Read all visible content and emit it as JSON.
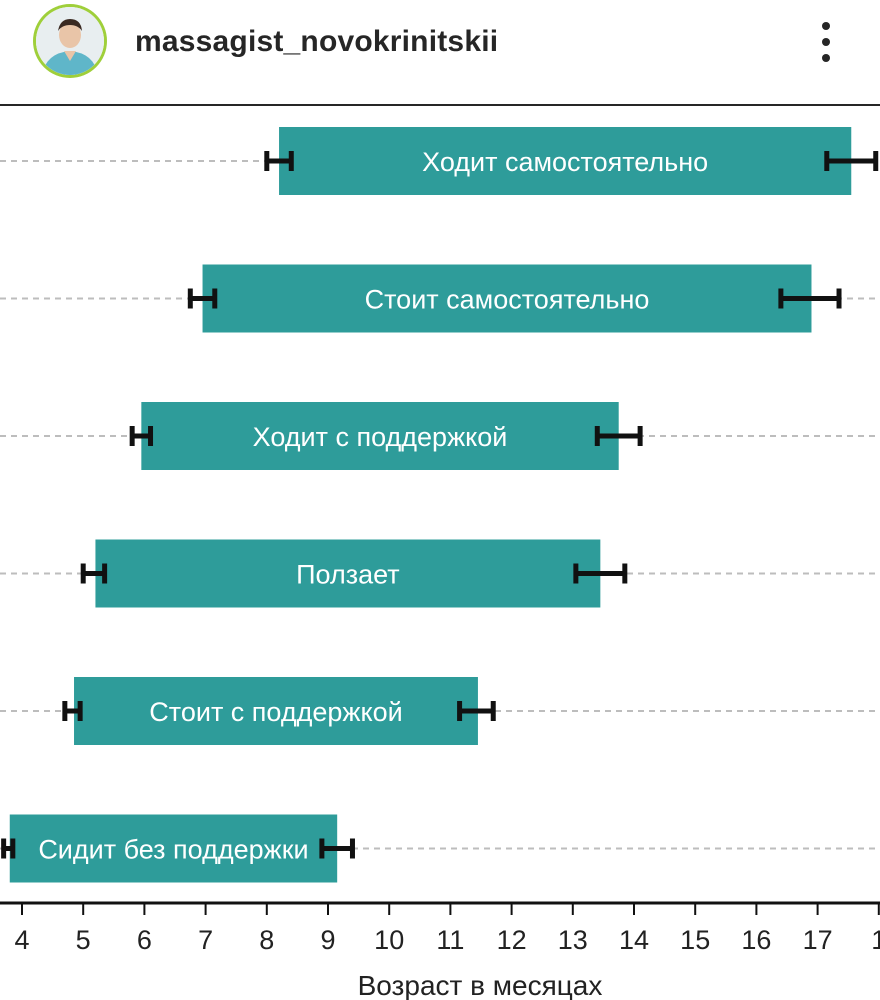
{
  "post_header": {
    "username": "massagist_novokrinitskii",
    "avatar_icon": "profile-photo-icon",
    "more_icon": "more-options-icon"
  },
  "colors": {
    "bar": "#2e9c9a",
    "text_on_bar": "#ffffff",
    "error_bar": "#111111",
    "guide_line": "#bdbdbd",
    "avatar_ring": "#9fcf3a"
  },
  "chart_data": {
    "type": "bar",
    "orientation": "horizontal",
    "xlabel": "Возраст в месяцах",
    "xlim": [
      3.7,
      18
    ],
    "x_ticks": [
      "4",
      "5",
      "6",
      "7",
      "8",
      "9",
      "10",
      "11",
      "12",
      "13",
      "14",
      "15",
      "16",
      "17",
      "1"
    ],
    "categories": [
      "Ходит самостоятельно",
      "Стоит самостоятельно",
      "Ходит с поддержкой",
      "Ползает",
      "Стоит с поддержкой",
      "Сидит без поддержки"
    ],
    "bars": [
      {
        "label": "Ходит самостоятельно",
        "start": 8.2,
        "end": 17.55,
        "start_err": [
          8.0,
          8.4
        ],
        "end_err": [
          17.15,
          17.95
        ]
      },
      {
        "label": "Стоит самостоятельно",
        "start": 6.95,
        "end": 16.9,
        "start_err": [
          6.75,
          7.15
        ],
        "end_err": [
          16.4,
          17.35
        ]
      },
      {
        "label": "Ходит с поддержкой",
        "start": 5.95,
        "end": 13.75,
        "start_err": [
          5.8,
          6.1
        ],
        "end_err": [
          13.4,
          14.1
        ]
      },
      {
        "label": "Ползает",
        "start": 5.2,
        "end": 13.45,
        "start_err": [
          5.0,
          5.35
        ],
        "end_err": [
          13.05,
          13.85
        ]
      },
      {
        "label": "Стоит с поддержкой",
        "start": 4.85,
        "end": 11.45,
        "start_err": [
          4.7,
          4.95
        ],
        "end_err": [
          11.15,
          11.7
        ]
      },
      {
        "label": "Сидит без поддержки",
        "start": 3.8,
        "end": 9.15,
        "start_err": [
          3.7,
          3.85
        ],
        "end_err": [
          8.9,
          9.4
        ]
      }
    ],
    "grid": "dashed guide lines per row",
    "legend": "none"
  }
}
